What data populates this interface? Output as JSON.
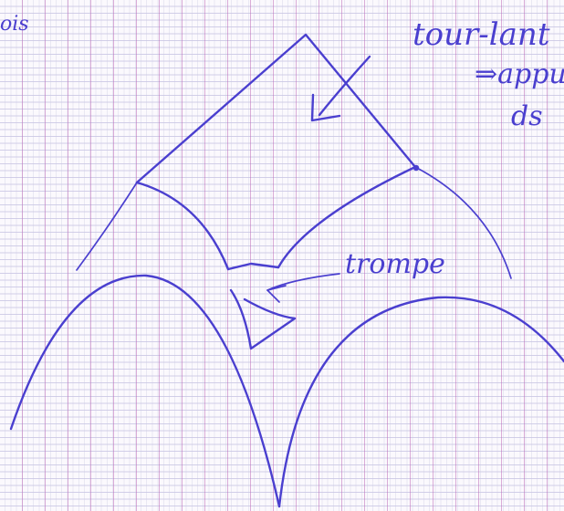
{
  "labels": {
    "corner_fragment": "ois",
    "note_line1": "tour-lant",
    "note_line2": "⇒appu",
    "note_line3": "ds",
    "trompe": "trompe"
  },
  "colors": {
    "ink": "#4a3fcf",
    "paper": "#fbf9fd",
    "vertical_rule": "#be6eb9",
    "horizontal_rule": "#afaad7"
  }
}
